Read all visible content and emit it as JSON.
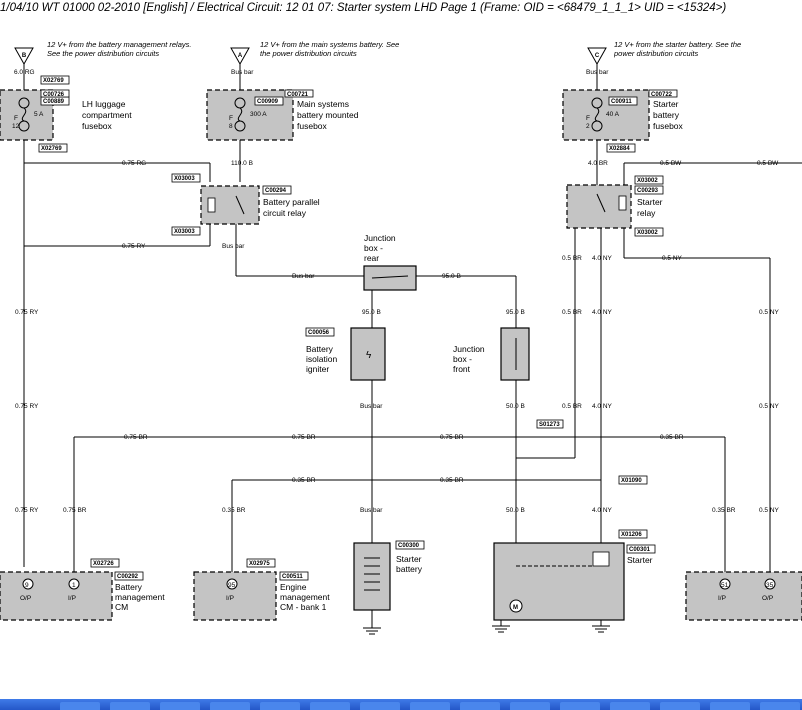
{
  "header": {
    "title": "1/04/10  WT 01000 02-2010 [English] / Electrical Circuit: 12 01 07: Starter system LHD  Page 1  (Frame: OID = <68479_1_1_1>  UID = <15324>)"
  },
  "notes": {
    "b": "12 V+ from the battery management relays. See the power distribution circuits",
    "a": "12 V+ from the main systems battery. See the power distribution circuits",
    "c": "12 V+ from the starter battery. See the power distribution circuits",
    "b_letter": "B",
    "a_letter": "A",
    "c_letter": "C"
  },
  "components": {
    "c00889": {
      "code": "C00889",
      "conn": "C00726",
      "label1": "LH luggage",
      "label2": "compartment",
      "label3": "fusebox",
      "rating": "5 A",
      "fuse": "F",
      "fuse_no": "12",
      "conn_bottom": "X02769",
      "conn_top": "X02769"
    },
    "c00909": {
      "code": "C00909",
      "conn": "C00721",
      "label1": "Main systems",
      "label2": "battery mounted",
      "label3": "fusebox",
      "rating": "300 A",
      "fuse": "F",
      "fuse_no": "8"
    },
    "c00911": {
      "code": "C00911",
      "conn": "C00722",
      "label1": "Starter",
      "label2": "battery",
      "label3": "fusebox",
      "rating": "40 A",
      "fuse": "F",
      "fuse_no": "2",
      "conn_bottom": "X02884"
    },
    "c00294": {
      "code": "C00294",
      "label1": "Battery parallel",
      "label2": "circuit relay",
      "x1": "X03003",
      "x2": "X03003"
    },
    "c00293": {
      "code": "C00293",
      "code2": "X03002",
      "label1": "Starter",
      "label2": "relay",
      "x2": "X03002"
    },
    "junction_rear": {
      "label1": "Junction",
      "label2": "box -",
      "label3": "rear"
    },
    "junction_front": {
      "label1": "Junction",
      "label2": "box -",
      "label3": "front"
    },
    "c00056": {
      "code": "C00056",
      "label1": "Battery",
      "label2": "isolation",
      "label3": "igniter"
    },
    "c00300": {
      "code": "C00300",
      "label1": "Starter",
      "label2": "battery"
    },
    "c00301": {
      "code": "C00301",
      "label1": "Starter",
      "x": "X01206",
      "x2": "X01090"
    },
    "c00292": {
      "code": "C00292",
      "label1": "Battery",
      "label2": "management",
      "label3": "CM",
      "x": "X02726",
      "pin1": "9",
      "pin2": "1",
      "op": "O/P",
      "ip": "I/P"
    },
    "c00511": {
      "code": "C00511",
      "label1": "Engine",
      "label2": "management",
      "label3": "CM - bank 1",
      "x": "X02975",
      "pin": "95",
      "ip": "I/P"
    },
    "right_cm": {
      "pin1": "51",
      "pin2": "35",
      "ip": "I/P",
      "op": "O/P"
    },
    "s01273": {
      "code": "S01273"
    }
  },
  "wires": {
    "rg6": "6.0 RG",
    "busbar": "Bus bar",
    "rg075": "0.75 RG",
    "b110": "110.0 B",
    "br40": "4.0 BR",
    "bw05": "0.5 BW",
    "ry075": "0.75 RY",
    "b95": "95.0 B",
    "br05": "0.5 BR",
    "ny05": "0.5 NY",
    "ny40": "4.0 NY",
    "b50": "50.0 B",
    "br075": "0.75 BR",
    "br035": "0.35 BR"
  }
}
